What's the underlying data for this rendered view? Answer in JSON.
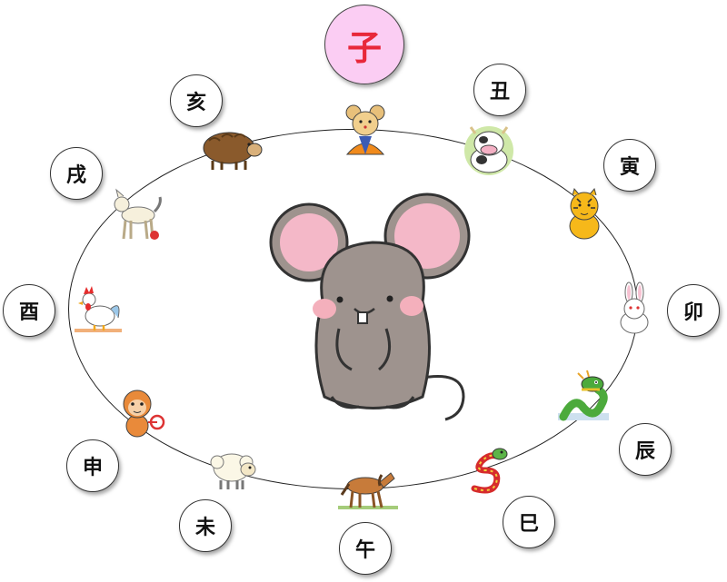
{
  "highlight_color": "#fbcdf3",
  "highlight_text_color": "#e8283a",
  "signs": [
    {
      "char": "子",
      "animal": "rat-icon"
    },
    {
      "char": "丑",
      "animal": "ox-icon"
    },
    {
      "char": "寅",
      "animal": "tiger-icon"
    },
    {
      "char": "卯",
      "animal": "rabbit-icon"
    },
    {
      "char": "辰",
      "animal": "dragon-icon"
    },
    {
      "char": "巳",
      "animal": "snake-icon"
    },
    {
      "char": "午",
      "animal": "horse-icon"
    },
    {
      "char": "未",
      "animal": "sheep-icon"
    },
    {
      "char": "申",
      "animal": "monkey-icon"
    },
    {
      "char": "酉",
      "animal": "rooster-icon"
    },
    {
      "char": "戌",
      "animal": "dog-icon"
    },
    {
      "char": "亥",
      "animal": "boar-icon"
    }
  ],
  "center_animal": "rat-icon"
}
